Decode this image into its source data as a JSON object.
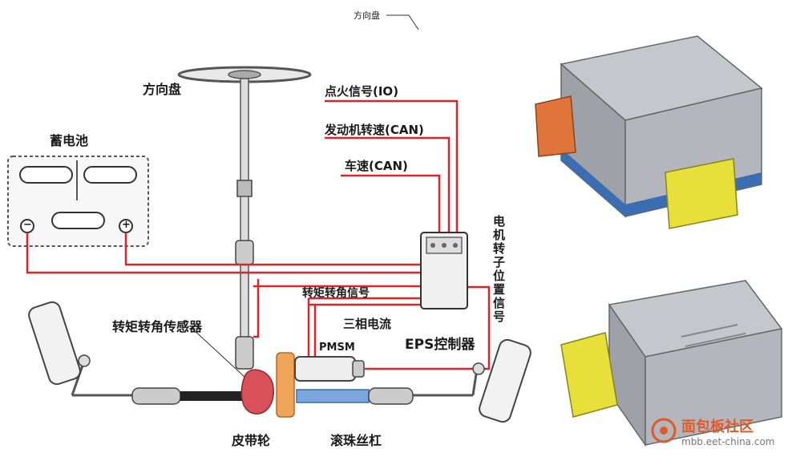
{
  "labels": {
    "top_small": "方向盘",
    "steering_wheel": "方向盘",
    "battery": "蓄电池",
    "ignition": "点火信号(IO)",
    "engine_speed": "发动机转速(CAN)",
    "vehicle_speed": "车速(CAN)",
    "motor_rotor": "电机转子位置信号",
    "torque_signal": "转矩转角信号",
    "three_phase": "三相电流",
    "torque_sensor": "转矩转角传感器",
    "pmsm": "PMSM",
    "eps_controller": "EPS控制器",
    "belt_pulley": "皮带轮",
    "ball_screw": "滚珠丝杠",
    "battery_minus": "−",
    "battery_plus": "+"
  },
  "watermark": {
    "title": "面包板社区",
    "url": "mbb.eet-china.com"
  },
  "colors": {
    "wire_red": "#d8262c",
    "ecu_gray": "#a9adb3",
    "connector_orange": "#e0743a",
    "connector_yellow": "#e8e03a",
    "seal_blue": "#3b6db3",
    "pulley_orange": "#f0a45a",
    "sensor_red": "#d8505a",
    "screw_blue": "#7aa6dd"
  }
}
